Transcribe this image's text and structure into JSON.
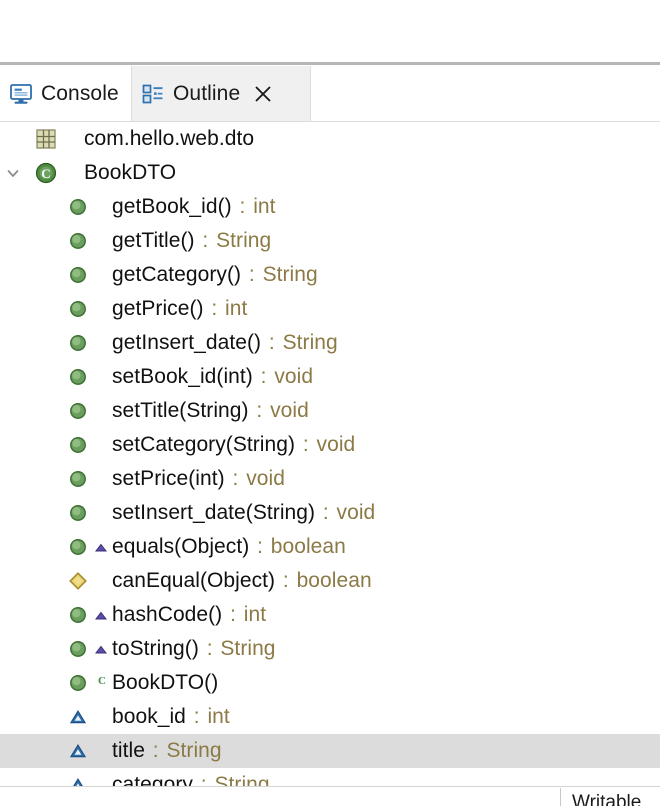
{
  "window": {
    "editor_area_blank": true
  },
  "tabs": [
    {
      "id": "console",
      "label": "Console",
      "icon": "console-monitor-icon",
      "active": false,
      "closable": false
    },
    {
      "id": "outline",
      "label": "Outline",
      "icon": "outline-tree-icon",
      "active": true,
      "closable": true,
      "close_icon": "close-icon"
    }
  ],
  "outline": {
    "package": {
      "label": "com.hello.web.dto",
      "icon": "package-icon"
    },
    "class": {
      "label": "BookDTO",
      "icon": "class-icon",
      "expanded": true,
      "twisty": "chevron-down-icon"
    },
    "members": [
      {
        "name": "getBook_id()",
        "type": "int",
        "icon": "method-public-icon",
        "overlay": ""
      },
      {
        "name": "getTitle()",
        "type": "String",
        "icon": "method-public-icon",
        "overlay": ""
      },
      {
        "name": "getCategory()",
        "type": "String",
        "icon": "method-public-icon",
        "overlay": ""
      },
      {
        "name": "getPrice()",
        "type": "int",
        "icon": "method-public-icon",
        "overlay": ""
      },
      {
        "name": "getInsert_date()",
        "type": "String",
        "icon": "method-public-icon",
        "overlay": ""
      },
      {
        "name": "setBook_id(int)",
        "type": "void",
        "icon": "method-public-icon",
        "overlay": ""
      },
      {
        "name": "setTitle(String)",
        "type": "void",
        "icon": "method-public-icon",
        "overlay": ""
      },
      {
        "name": "setCategory(String)",
        "type": "void",
        "icon": "method-public-icon",
        "overlay": ""
      },
      {
        "name": "setPrice(int)",
        "type": "void",
        "icon": "method-public-icon",
        "overlay": ""
      },
      {
        "name": "setInsert_date(String)",
        "type": "void",
        "icon": "method-public-icon",
        "overlay": ""
      },
      {
        "name": "equals(Object)",
        "type": "boolean",
        "icon": "method-public-icon",
        "overlay": "override-triangle-icon"
      },
      {
        "name": "canEqual(Object)",
        "type": "boolean",
        "icon": "method-protected-diamond-icon",
        "overlay": ""
      },
      {
        "name": "hashCode()",
        "type": "int",
        "icon": "method-public-icon",
        "overlay": "override-triangle-icon"
      },
      {
        "name": "toString()",
        "type": "String",
        "icon": "method-public-icon",
        "overlay": "override-triangle-icon"
      },
      {
        "name": "BookDTO()",
        "type": "",
        "icon": "method-public-icon",
        "overlay": "constructor-c-icon"
      },
      {
        "name": "book_id",
        "type": "int",
        "icon": "field-private-triangle-icon",
        "overlay": ""
      },
      {
        "name": "title",
        "type": "String",
        "icon": "field-private-triangle-icon",
        "overlay": "",
        "selected": true
      },
      {
        "name": "category",
        "type": "String",
        "icon": "field-private-triangle-icon",
        "overlay": ""
      }
    ],
    "type_separator": ":"
  },
  "status_bar": {
    "text": "Writable"
  },
  "colors": {
    "type_text": "#8c7a46",
    "member_text": "#111111",
    "selection": "#dcdcdc",
    "tab_active_bg": "#f0f0f0",
    "method_green": "#5f9a5f",
    "field_blue": "#2f6fab",
    "diamond_gold": "#e0c74a",
    "class_green": "#3e7a3e"
  }
}
